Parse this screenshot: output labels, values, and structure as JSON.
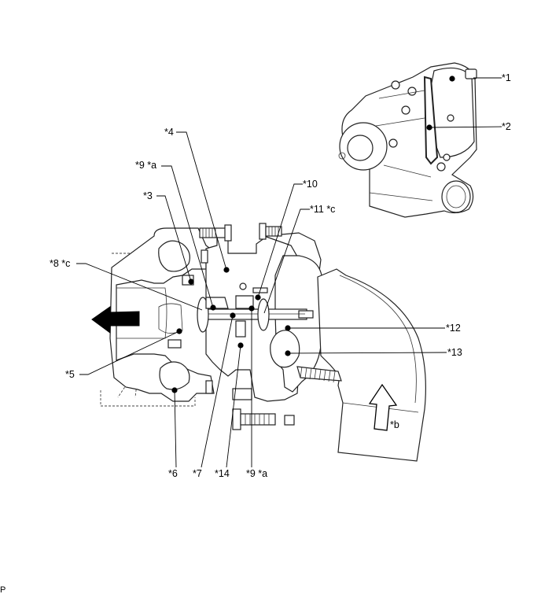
{
  "callouts": [
    {
      "id": "c1",
      "text": "*1"
    },
    {
      "id": "c2",
      "text": "*2"
    },
    {
      "id": "c3",
      "text": "*3"
    },
    {
      "id": "c4",
      "text": "*4"
    },
    {
      "id": "c5",
      "text": "*5"
    },
    {
      "id": "c6",
      "text": "*6"
    },
    {
      "id": "c7",
      "text": "*7"
    },
    {
      "id": "c8",
      "text": "*8 *c"
    },
    {
      "id": "c9a",
      "text": "*9 *a"
    },
    {
      "id": "c9b",
      "text": "*9 *a"
    },
    {
      "id": "c10",
      "text": "*10"
    },
    {
      "id": "c11",
      "text": "*11 *c"
    },
    {
      "id": "c12",
      "text": "*12"
    },
    {
      "id": "c13",
      "text": "*13"
    },
    {
      "id": "c14",
      "text": "*14"
    },
    {
      "id": "cb",
      "text": "*b"
    }
  ],
  "footer_code": "P"
}
